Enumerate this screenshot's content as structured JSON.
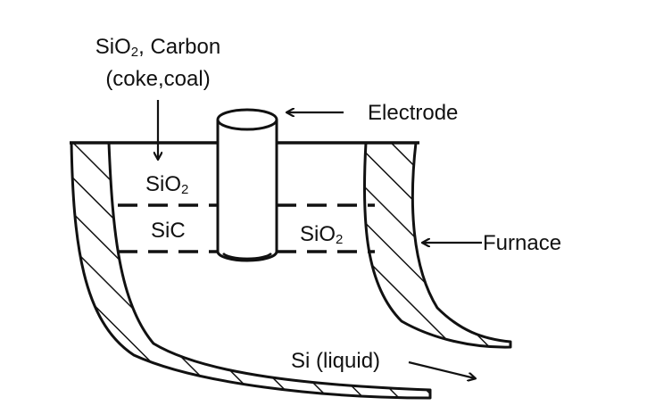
{
  "labels": {
    "feed_line1_pre": "SiO",
    "feed_line1_sub": "2",
    "feed_line1_post": ", Carbon",
    "feed_line2": "(coke,coal)",
    "electrode": "Electrode",
    "furnace": "Furnace",
    "zone_upper_pre": "SiO",
    "zone_upper_sub": "2",
    "zone_middle": "SiC",
    "zone_right_pre": "SiO",
    "zone_right_sub": "2",
    "product": "Si (liquid)"
  },
  "colors": {
    "stroke": "#111111",
    "background": "#ffffff"
  }
}
